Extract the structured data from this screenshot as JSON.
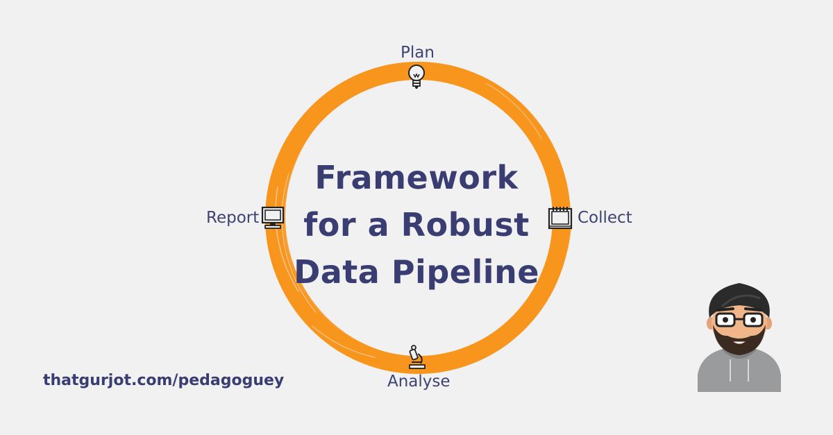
{
  "diagram": {
    "title_lines": [
      "Framework",
      "for a Robust",
      "Data Pipeline"
    ],
    "stages": {
      "plan": {
        "label": "Plan",
        "icon": "lightbulb-icon"
      },
      "collect": {
        "label": "Collect",
        "icon": "notepad-icon"
      },
      "analyse": {
        "label": "Analyse",
        "icon": "microscope-icon"
      },
      "report": {
        "label": "Report",
        "icon": "monitor-icon"
      }
    },
    "ring_color": "#f7951d",
    "text_color": "#393d72"
  },
  "footer": {
    "link_text": "thatgurjot.com/pedagoguey"
  },
  "avatar": {
    "icon": "avatar-illustration"
  }
}
